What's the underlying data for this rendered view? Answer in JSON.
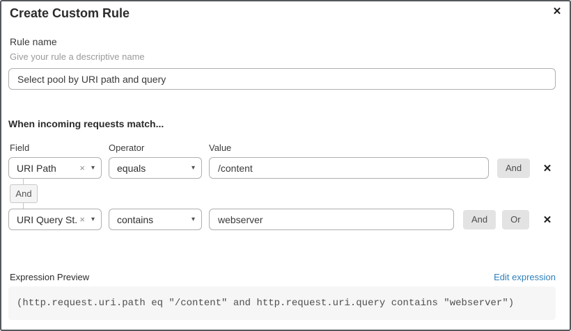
{
  "dialog": {
    "title": "Create Custom Rule"
  },
  "icons": {
    "close": "✕",
    "clear": "×",
    "caret": "▾",
    "delete": "✕"
  },
  "rule_name": {
    "label": "Rule name",
    "hint": "Give your rule a descriptive name",
    "value": "Select pool by URI path and query"
  },
  "matcher": {
    "heading": "When incoming requests match...",
    "columns": {
      "field": "Field",
      "operator": "Operator",
      "value": "Value"
    },
    "rows": [
      {
        "field": "URI Path",
        "operator": "equals",
        "value": "/content",
        "and_label": "And"
      },
      {
        "field": "URI Query St...",
        "operator": "contains",
        "value": "webserver",
        "and_label": "And",
        "or_label": "Or"
      }
    ],
    "joiner_label": "And"
  },
  "expression_preview": {
    "label": "Expression Preview",
    "edit_link": "Edit expression",
    "expression": "(http.request.uri.path eq \"/content\" and http.request.uri.query contains \"webserver\")"
  },
  "colors": {
    "link_blue": "#2e7fb9",
    "button_gray": "#e3e3e3",
    "dialog_border_gray": "#55585c",
    "expression_bg": "#f6f6f6"
  }
}
